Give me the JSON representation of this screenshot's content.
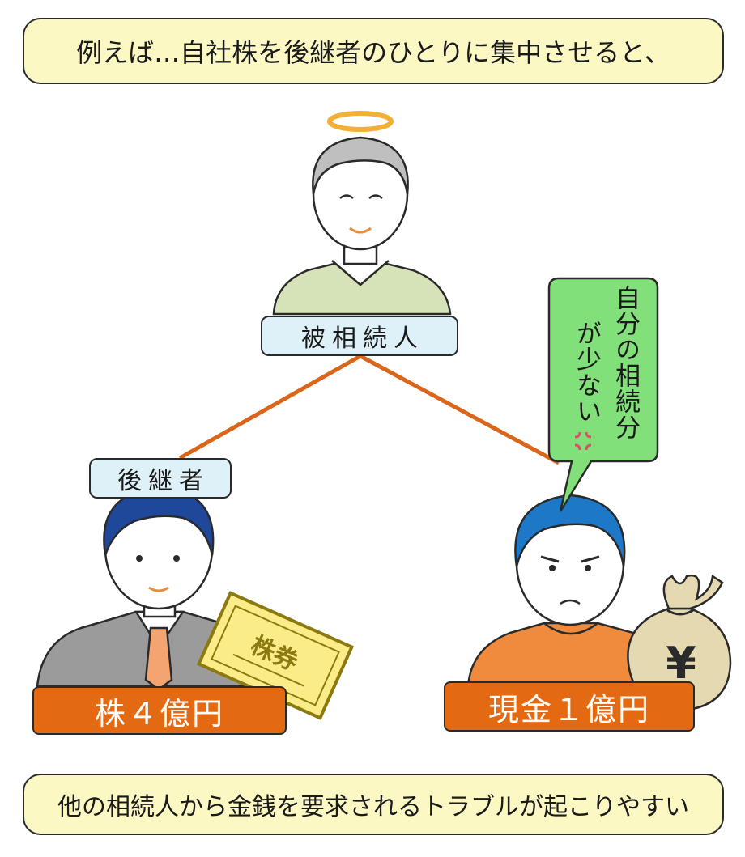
{
  "header": {
    "text": "例えば…自社株を後継者のひとりに集中させると、"
  },
  "footer": {
    "text": "他の相続人から金銭を要求されるトラブルが起こりやすい"
  },
  "decedent": {
    "label": "被相続人"
  },
  "successor": {
    "label": "後継者",
    "asset": "株４億円",
    "certificate": "株券"
  },
  "heir": {
    "asset": "現金１億円",
    "speech": [
      "自分の相続分",
      "が少ない"
    ],
    "bag_symbol": "¥"
  },
  "colors": {
    "header_fill": "#fcf8c4",
    "label_blue": "#dff1f8",
    "asset_orange": "#e36a12",
    "line_orange": "#d9661a",
    "speech_green": "#82e07a",
    "halo": "#f2b037"
  }
}
